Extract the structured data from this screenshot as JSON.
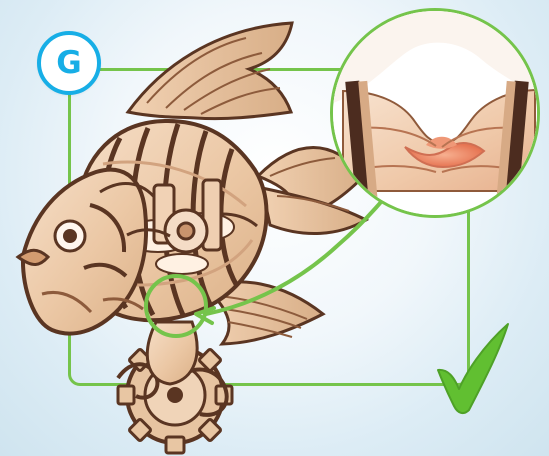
{
  "step": {
    "letter": "G"
  },
  "icons": {
    "badge": "step-letter-circle",
    "check": "green-check-mark",
    "zoom": "magnified-joint-callout"
  },
  "colors": {
    "badge_border": "#17aee6",
    "frame": "#75c44b",
    "wood": "#f2d2b5",
    "wood_dark": "#5a3522",
    "check": "#61bf31"
  }
}
